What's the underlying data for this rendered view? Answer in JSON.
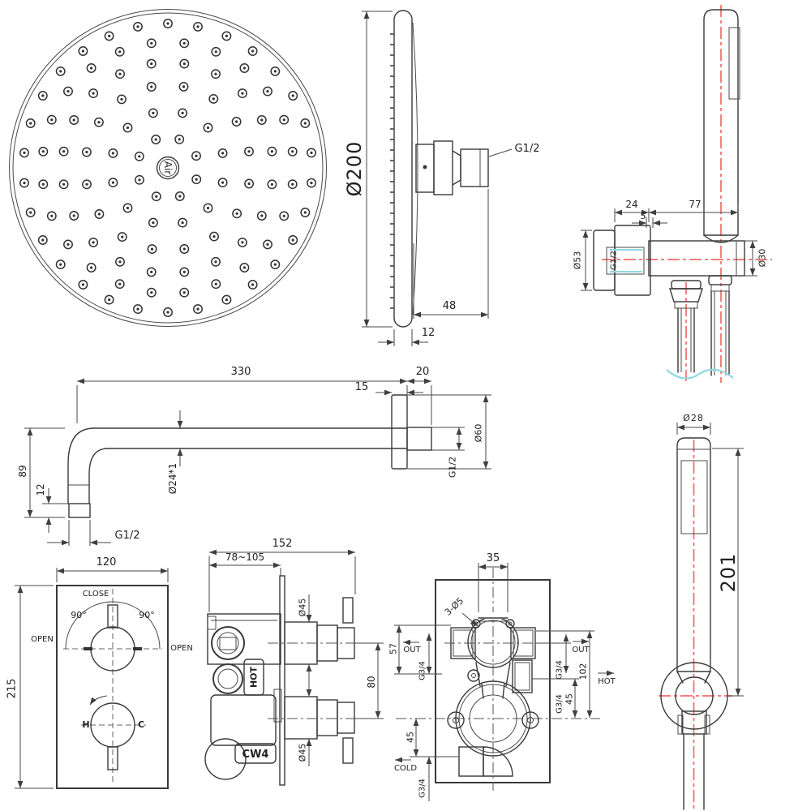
{
  "colors": {
    "line": "#3a3a3a",
    "centerline_red": "#f26b6b",
    "break_cyan": "#8fd9e2",
    "text": "#222222"
  },
  "overhead_face": {
    "logo": "Air"
  },
  "overhead_side": {
    "diameter": "Ø200",
    "thread": "G1/2",
    "depth": "48",
    "thickness": "12"
  },
  "holder": {
    "width_24": "24",
    "gap_5": "5",
    "width_77": "77",
    "escutcheon_dia": "Ø53",
    "thread": "G1/2",
    "tube_dia": "Ø30"
  },
  "arm": {
    "length": "330",
    "wall_20": "20",
    "plate_15": "15",
    "drop_89": "89",
    "thread_len_12": "12",
    "tube_dia": "Ø24*1",
    "thread": "G1/2",
    "flange_dia": "Ø60",
    "flange_thread": "G1/2"
  },
  "valve_front": {
    "width": "120",
    "height": "215",
    "close": "CLOSE",
    "open_left": "OPEN",
    "open_right": "OPEN",
    "angle_left": "90°",
    "angle_right": "90°",
    "hot": "H",
    "cold": "C"
  },
  "valve_side": {
    "width": "152",
    "depth_range": "78~105",
    "dia_upper": "Ø45",
    "spacing": "80",
    "dia_lower": "Ø45",
    "hot": "HOT",
    "mark": "CW4"
  },
  "ports": {
    "top_35": "35",
    "holes": "3-Ø5",
    "left_57": "57",
    "out_left": "OUT",
    "g34_left": "G3/4",
    "left_45": "45",
    "cold": "COLD",
    "g34_bottom": "G3/4",
    "out_right": "OUT",
    "g34_right_1": "G3/4",
    "g34_right_2": "G3/4",
    "right_102": "102",
    "right_45": "45",
    "hot": "HOT"
  },
  "handshower": {
    "dia": "Ø28",
    "length": "201"
  }
}
